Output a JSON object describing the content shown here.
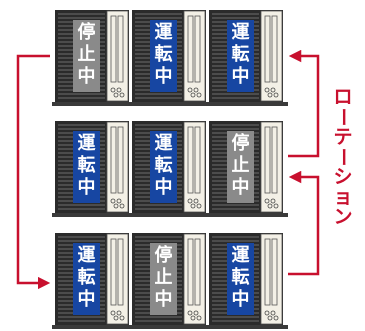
{
  "colors": {
    "running_bg": "#1746a2",
    "stopped_bg": "#8a8a8a",
    "unit_body": "#2b2b2b",
    "unit_grille_line": "#6d6d6d",
    "unit_panel": "#f3f0e6",
    "arrow": "#c8102e",
    "rotation_text": "#c8102e"
  },
  "rows": [
    {
      "units": [
        {
          "status": "stopped",
          "label": [
            "停",
            "止",
            "中"
          ]
        },
        {
          "status": "running",
          "label": [
            "運",
            "転",
            "中"
          ]
        },
        {
          "status": "running",
          "label": [
            "運",
            "転",
            "中"
          ]
        }
      ]
    },
    {
      "units": [
        {
          "status": "running",
          "label": [
            "運",
            "転",
            "中"
          ]
        },
        {
          "status": "running",
          "label": [
            "運",
            "転",
            "中"
          ]
        },
        {
          "status": "stopped",
          "label": [
            "停",
            "止",
            "中"
          ]
        }
      ]
    },
    {
      "units": [
        {
          "status": "running",
          "label": [
            "運",
            "転",
            "中"
          ]
        },
        {
          "status": "stopped",
          "label": [
            "停",
            "止",
            "中"
          ]
        },
        {
          "status": "running",
          "label": [
            "運",
            "転",
            "中"
          ]
        }
      ]
    }
  ],
  "rotation_label": [
    "ロ",
    "ー",
    "テ",
    "ー",
    "シ",
    "ョ",
    "ン"
  ]
}
